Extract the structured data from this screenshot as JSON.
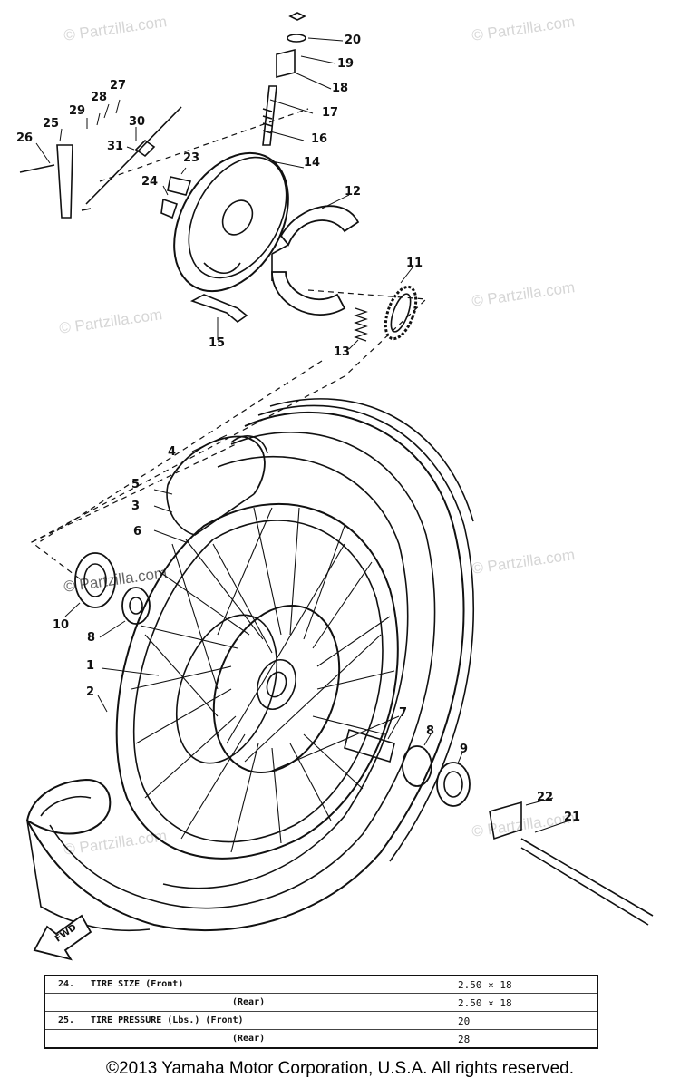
{
  "watermarks": [
    "© Partzilla.com",
    "© Partzilla.com",
    "© Partzilla.com",
    "© Partzilla.com",
    "© Partzilla.com",
    "© Partzilla.com",
    "© Partzilla.com",
    "© Partzilla.com"
  ],
  "callouts": [
    "1",
    "2",
    "3",
    "4",
    "5",
    "6",
    "7",
    "8",
    "8",
    "9",
    "10",
    "11",
    "12",
    "13",
    "14",
    "15",
    "16",
    "17",
    "18",
    "19",
    "20",
    "21",
    "22",
    "23",
    "24",
    "25",
    "26",
    "27",
    "28",
    "29",
    "30",
    "31"
  ],
  "fwd_label": "FWD",
  "spec_table": {
    "rows": [
      {
        "no": "24.",
        "label": "TIRE SIZE (Front)",
        "sub": "",
        "value": "2.50 × 18"
      },
      {
        "no": "",
        "label": "",
        "sub": "(Rear)",
        "value": "2.50 × 18"
      },
      {
        "no": "25.",
        "label": "TIRE PRESSURE (Lbs.) (Front)",
        "sub": "",
        "value": "20"
      },
      {
        "no": "",
        "label": "",
        "sub": "(Rear)",
        "value": "28"
      }
    ]
  },
  "copyright": "©2013 Yamaha Motor Corporation, U.S.A. All rights reserved."
}
